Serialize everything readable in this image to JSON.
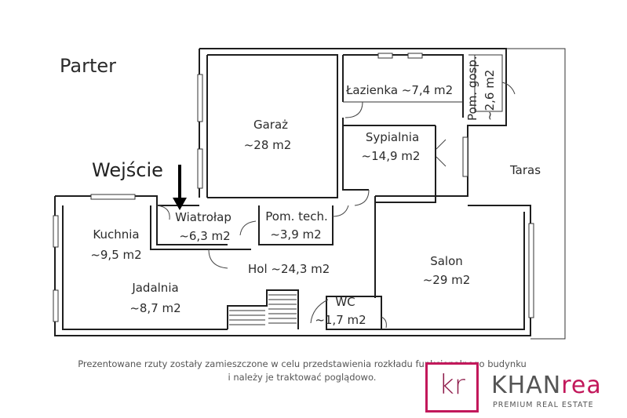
{
  "plan": {
    "floor_title": "Parter",
    "entrance_label": "Wejście",
    "rooms": {
      "garaz": {
        "name": "Garaż",
        "area": "~28 m2"
      },
      "lazienka": {
        "name": "Łazienka ~7,4 m2"
      },
      "pom_gosp": {
        "name": "Pom. gosp.",
        "area": "~2,6 m2"
      },
      "sypialnia": {
        "name": "Sypialnia",
        "area": "~14,9 m2"
      },
      "taras": {
        "name": "Taras"
      },
      "wiatrolap": {
        "name": "Wiatrołap",
        "area": "~6,3 m2"
      },
      "pom_tech": {
        "name": "Pom. tech.",
        "area": "~3,9 m2"
      },
      "kuchnia": {
        "name": "Kuchnia",
        "area": "~9,5 m2"
      },
      "hol": {
        "name": "Hol ~24,3 m2"
      },
      "salon": {
        "name": "Salon",
        "area": "~29 m2"
      },
      "jadalnia": {
        "name": "Jadalnia",
        "area": "~8,7 m2"
      },
      "wc": {
        "name": "WC",
        "area": "~1,7 m2"
      }
    }
  },
  "disclaimer": {
    "line1": "Prezentowane rzuty zostały zamieszczone w celu przedstawienia rozkładu funkcjonalnego budynku",
    "line2": "i należy je traktować poglądowo."
  },
  "branding": {
    "logo_mark": "kr",
    "brand_main": "KHAN",
    "brand_accent": "rea",
    "tagline": "PREMIUM REAL ESTATE",
    "accent_color": "#c2185b"
  }
}
